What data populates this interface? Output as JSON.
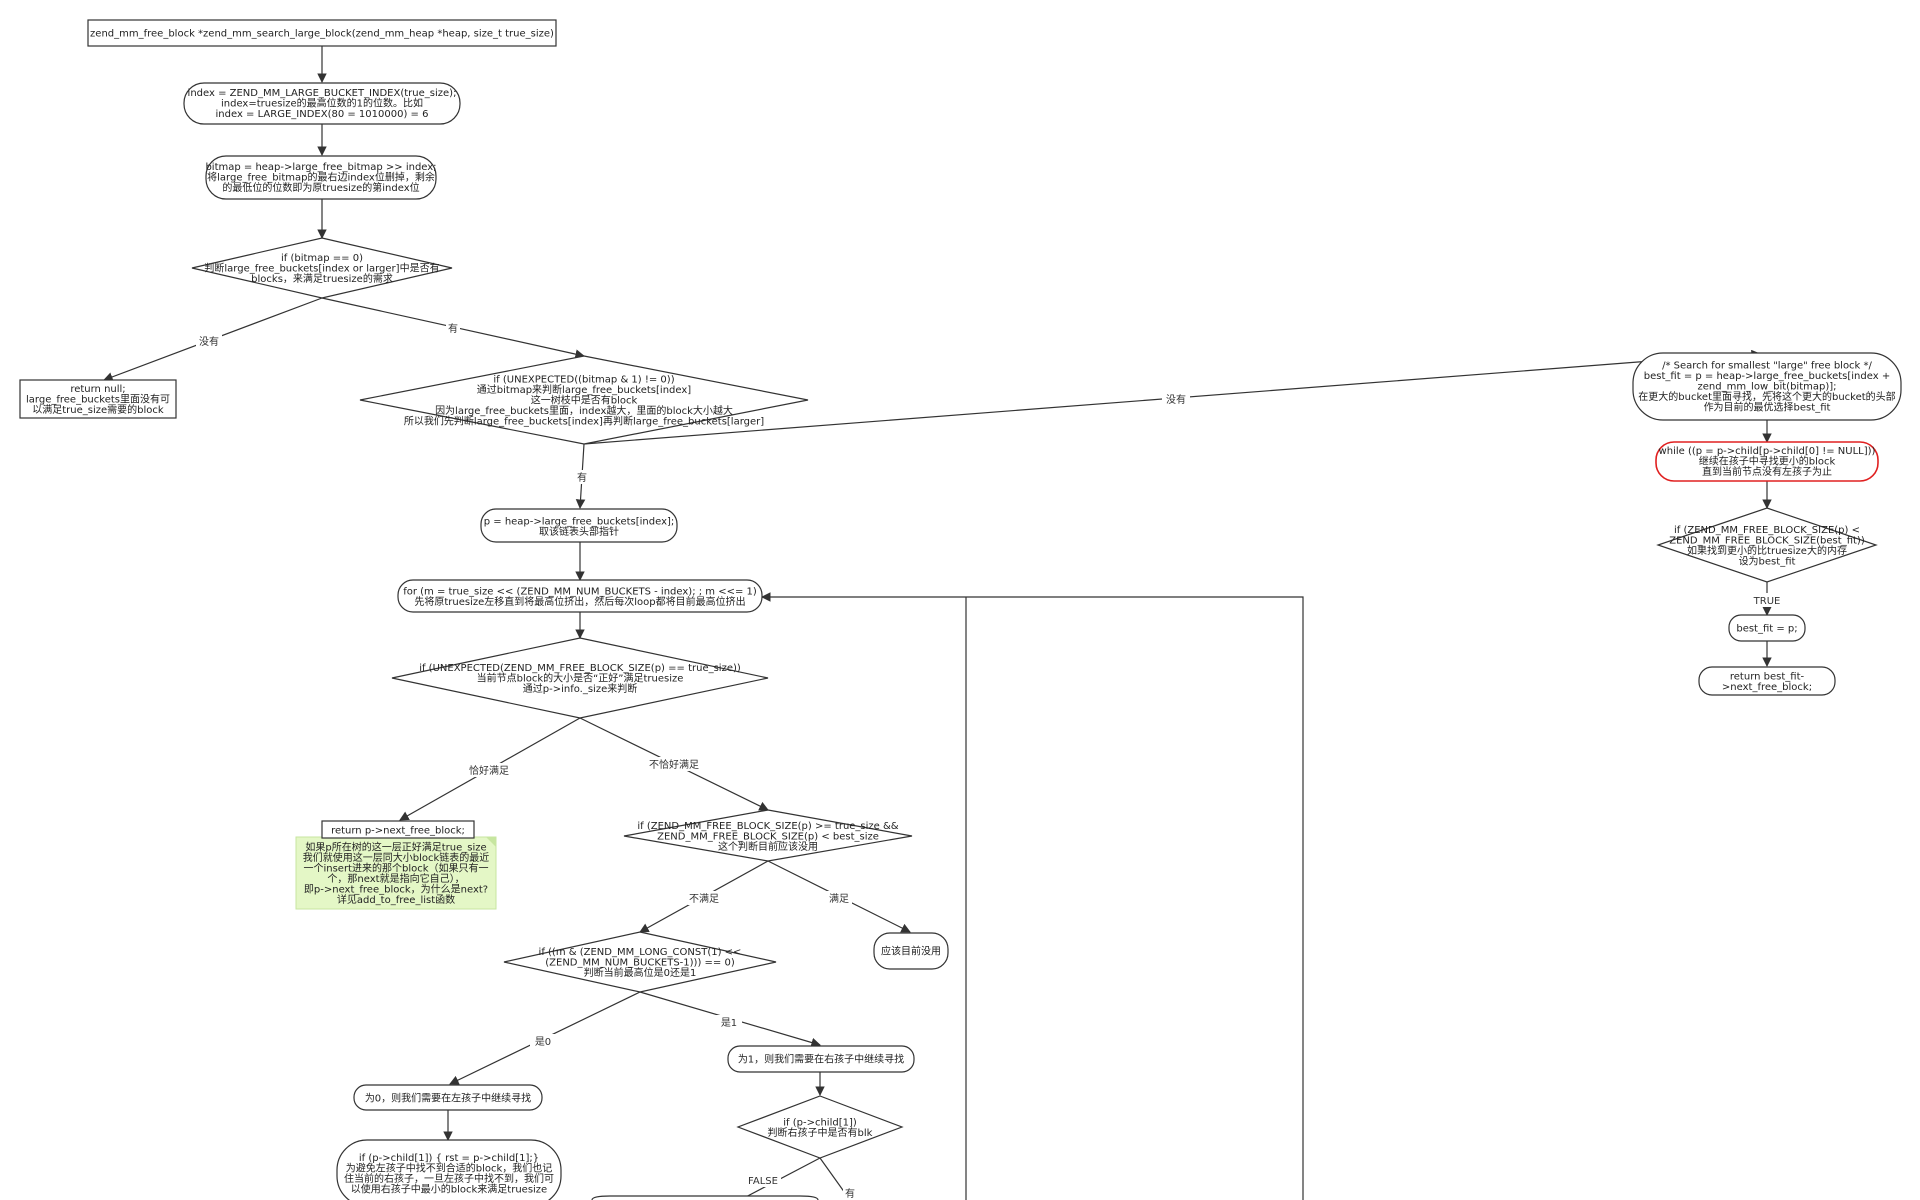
{
  "nodes": {
    "title": [
      "zend_mm_free_block *zend_mm_search_large_block(zend_mm_heap *heap, size_t true_size)"
    ],
    "index": [
      "index = ZEND_MM_LARGE_BUCKET_INDEX(true_size);",
      "index=truesize的最高位数的1的位数。比如",
      "index = LARGE_INDEX(80 = 1010000)   = 6"
    ],
    "bitmap": [
      "bitmap = heap->large_free_bitmap >> index;",
      "将large_free_bitmap的最右边index位删掉，剩余",
      "的最低位的位数即为原truesize的第index位"
    ],
    "if_bitmap": [
      "if (bitmap == 0)",
      "判断large_free_buckets[index or larger]中是否有",
      "blocks，来满足truesize的需求"
    ],
    "return_null": [
      "return null;",
      "large_free_buckets里面没有可",
      "以满足true_size需要的block"
    ],
    "if_unexpected": [
      "if (UNEXPECTED((bitmap & 1) != 0))",
      "通过bitmap来判断large_free_buckets[index]",
      "这一树枝中是否有block",
      "因为large_free_buckets里面，index越大，里面的block大小越大",
      "所以我们先判断large_free_buckets[index]再判断large_free_buckets[larger]"
    ],
    "search_smallest": [
      "/* Search for smallest \"large\" free block */",
      "best_fit = p = heap->large_free_buckets[index +",
      "zend_mm_low_bit(bitmap)];",
      "在更大的bucket里面寻找，先将这个更大的bucket的头部",
      "作为目前的最优选择best_fit"
    ],
    "while_child": [
      "while ((p = p->child[p->child[0] != NULL]))",
      "继续在孩子中寻找更小的block",
      "直到当前节点没有左孩子为止"
    ],
    "if_best": [
      "if (ZEND_MM_FREE_BLOCK_SIZE(p) <",
      "ZEND_MM_FREE_BLOCK_SIZE(best_fit))",
      "如果找到更小的比truesize大的内存",
      "设为best_fit"
    ],
    "best_fit_p": [
      "best_fit = p;"
    ],
    "return_best": [
      "return best_fit-",
      ">next_free_block;"
    ],
    "p_heap": [
      "p = heap->large_free_buckets[index];",
      "取该链表头部指针"
    ],
    "for_loop": [
      "for (m = true_size << (ZEND_MM_NUM_BUCKETS - index); ; m <<= 1)",
      "先将原truesize左移直到将最高位挤出，然后每次loop都将目前最高位挤出"
    ],
    "if_size_eq": [
      "if (UNEXPECTED(ZEND_MM_FREE_BLOCK_SIZE(p) == true_size))",
      "当前节点block的大小是否“正好”满足truesize",
      "通过p->info._size来判断"
    ],
    "return_next": [
      "return  p->next_free_block;"
    ],
    "note": [
      "如果p所在树的这一层正好满足true_size",
      "我们就使用这一层同大小block链表的最近",
      "一个insert进来的那个block（如果只有一",
      "个，那next就是指向它自己），",
      "即p->next_free_block，为什么是next?",
      "详见add_to_free_list函数"
    ],
    "if_ge": [
      "if (ZEND_MM_FREE_BLOCK_SIZE(p) >= true_size &&",
      "ZEND_MM_FREE_BLOCK_SIZE(p) < best_size",
      "这个判断目前应该没用"
    ],
    "unused": [
      "应该目前没用"
    ],
    "if_m": [
      "if ((m & (ZEND_MM_LONG_CONST(1) <<",
      "(ZEND_MM_NUM_BUCKETS-1))) == 0)",
      "判断当前最高位是0还是1"
    ],
    "is_one": [
      "为1，则我们需要在右孩子中继续寻找"
    ],
    "is_zero": [
      "为0，则我们需要在左孩子中继续寻找"
    ],
    "if_child1": [
      "if (p->child[1])",
      "判断右孩子中是否有blk"
    ],
    "if_rst": [
      "if (p->child[1]) { rst = p->child[1];}",
      "为避免左孩子中找不到合适的block，我们也记",
      "住当前的右孩子，一旦左孩子中找不到，我们可",
      "以使用右孩子中最小的block来满足truesize"
    ]
  },
  "edge_labels": {
    "no_blocks": "没有",
    "has_blocks": "有",
    "no_in_bucket": "没有",
    "has_in_bucket": "有",
    "true_label": "TRUE",
    "exact": "恰好满足",
    "not_exact": "不恰好满足",
    "not_satisfied": "不满足",
    "satisfied": "满足",
    "bit_zero": "是0",
    "bit_one": "是1",
    "false_label": "FALSE",
    "has_child": "有"
  }
}
